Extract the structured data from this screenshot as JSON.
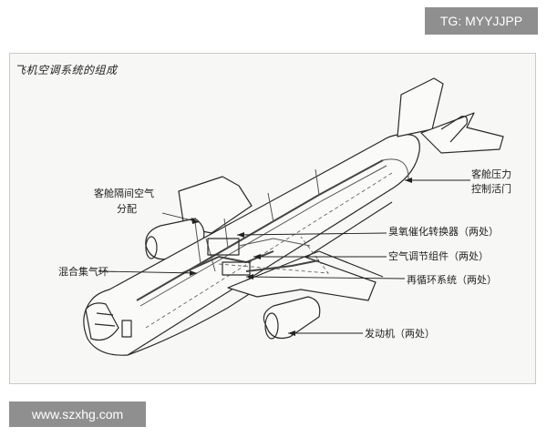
{
  "title": "飞机空调系统的组成",
  "watermarks": {
    "tg": "TG: MYYJJPP",
    "url": "www.szxhg.com"
  },
  "labels": {
    "cabin_pressure_valve_l1": "客舱压力",
    "cabin_pressure_valve_l2": "控制活门",
    "cabin_zone_air_l1": "客舱隔间空气",
    "cabin_zone_air_l2": "分配",
    "ozone_converter": "臭氧催化转换器（两处）",
    "air_conditioning_pack": "空气调节组件（两处）",
    "mixing_manifold": "混合集气环",
    "recirculation_system": "再循环系统（两处）",
    "engine": "发动机（两处）"
  }
}
